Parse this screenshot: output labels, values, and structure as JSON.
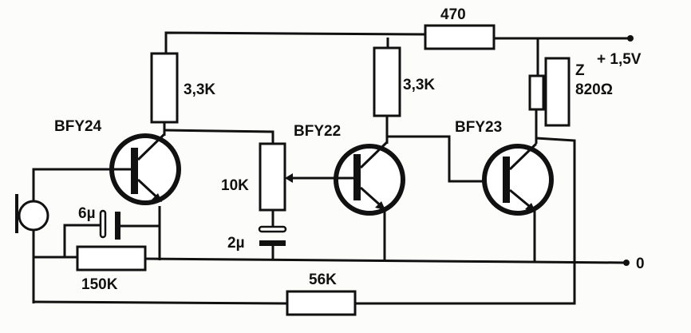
{
  "title": "Three-transistor amplifier circuit",
  "components": {
    "q1": {
      "label": "BFY24"
    },
    "q2": {
      "label": "BFY22"
    },
    "q3": {
      "label": "BFY23"
    },
    "r_c1": {
      "label": "3,3K"
    },
    "r_c2": {
      "label": "3,3K"
    },
    "r_supply": {
      "label": "470"
    },
    "pot": {
      "label": "10K"
    },
    "c_couple": {
      "label": "2µ"
    },
    "c_emitter": {
      "label": "6µ"
    },
    "r_bias": {
      "label": "150K"
    },
    "r_feedback": {
      "label": "56K"
    },
    "load": {
      "label_z": "Z",
      "label_value": "820Ω"
    }
  },
  "terminals": {
    "supply": "+ 1,5V",
    "ground": "0"
  },
  "colors": {
    "ink": "#111111",
    "paper": "#fcfcfb"
  }
}
